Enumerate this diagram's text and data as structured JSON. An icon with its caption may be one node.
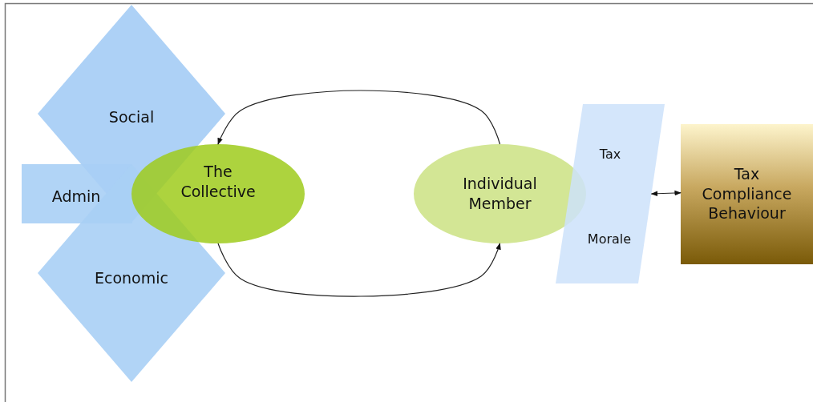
{
  "diagram": {
    "nodes": [
      {
        "text": [
          "Social"
        ]
      },
      {
        "text": [
          "Admin"
        ]
      },
      {
        "text": [
          "Economic"
        ]
      },
      {
        "text": [
          "The Collective"
        ]
      },
      {
        "text": [
          "Individual Member"
        ]
      },
      {
        "text": [
          "Tax",
          "Morale"
        ]
      },
      {
        "text": [
          "Tax Compliance Behaviour"
        ]
      }
    ],
    "edges": [
      {
        "from": 4,
        "to": 3,
        "arrow": "to"
      },
      {
        "from": 3,
        "to": 4,
        "arrow": "to"
      },
      {
        "from": 5,
        "to": 6,
        "arrow": "both"
      }
    ]
  }
}
